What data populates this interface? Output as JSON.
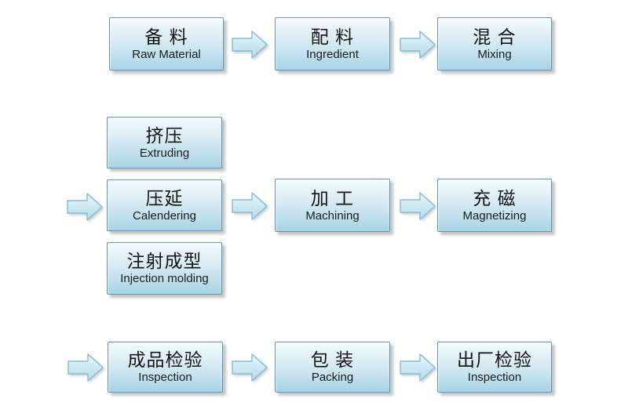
{
  "diagram": {
    "title": "production-process-flowchart",
    "background": "#ffffff",
    "colors": {
      "box_border": "#5e93b8",
      "box_gradient_top": "#f4fbfd",
      "box_gradient_bottom": "#a7d3e5",
      "arrow_gradient_top": "#ecf8fb",
      "arrow_gradient_bottom": "#b5ddec",
      "arrow_outline": "#85bcd6",
      "text": "#141414",
      "shadow": "#9196a0"
    },
    "nodes": [
      {
        "id": "raw-material",
        "zh": "备 料",
        "en": "Raw Material"
      },
      {
        "id": "ingredient",
        "zh": "配 料",
        "en": "Ingredient"
      },
      {
        "id": "mixing",
        "zh": "混 合",
        "en": "Mixing"
      },
      {
        "id": "extruding",
        "zh": "挤压",
        "en": "Extruding"
      },
      {
        "id": "calendering",
        "zh": "压延",
        "en": "Calendering"
      },
      {
        "id": "injection-molding",
        "zh": "注射成型",
        "en": "Injection molding"
      },
      {
        "id": "machining",
        "zh": "加 工",
        "en": "Machining"
      },
      {
        "id": "magnetizing",
        "zh": "充 磁",
        "en": "Magnetizing"
      },
      {
        "id": "final-product-inspection",
        "zh": "成品检验",
        "en": "Inspection"
      },
      {
        "id": "packing",
        "zh": "包 装",
        "en": "Packing"
      },
      {
        "id": "factory-inspection",
        "zh": "出厂检验",
        "en": "Inspection"
      }
    ],
    "connections": [
      "raw-material -> ingredient",
      "ingredient -> mixing",
      "(in) -> calendering",
      "calendering -> machining",
      "machining -> magnetizing",
      "(in) -> final-product-inspection",
      "final-product-inspection -> packing",
      "packing -> factory-inspection"
    ]
  }
}
